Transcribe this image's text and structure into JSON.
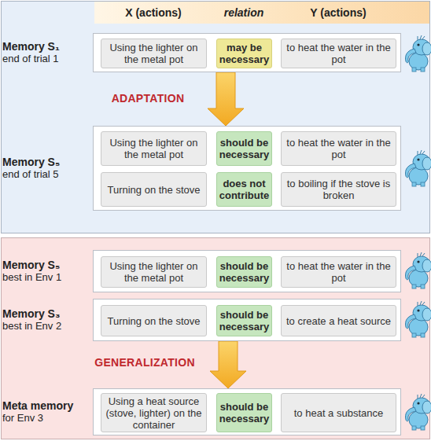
{
  "diagram": {
    "nodes": [
      {
        "text": [
          "X (actions)",
          "relation",
          "Y (actions)"
        ]
      },
      {
        "text": [
          "Memory S₁",
          "end of trial 1"
        ]
      },
      {
        "text": [
          "Using the lighter on the metal pot"
        ],
        "in": 1
      },
      {
        "text": [
          "may be necessary"
        ],
        "in": 1
      },
      {
        "text": [
          "to heat the water in the pot"
        ],
        "in": 1
      },
      {
        "text": [
          "Memory S₅",
          "end of trial 5"
        ]
      },
      {
        "text": [
          "Using the lighter on the metal pot"
        ],
        "in": 5
      },
      {
        "text": [
          "should be necessary"
        ],
        "in": 5
      },
      {
        "text": [
          "to heat the water in the pot"
        ],
        "in": 5
      },
      {
        "text": [
          "Turning on the stove"
        ],
        "in": 5
      },
      {
        "text": [
          "does not contribute"
        ],
        "in": 5
      },
      {
        "text": [
          "to boiling if the stove is broken"
        ],
        "in": 5
      },
      {
        "text": [
          "Memory S₅",
          "best in Env 1"
        ]
      },
      {
        "text": [
          "Using the lighter on the metal pot"
        ],
        "in": 12
      },
      {
        "text": [
          "should be necessary"
        ],
        "in": 12
      },
      {
        "text": [
          "to heat the water in the pot"
        ],
        "in": 12
      },
      {
        "text": [
          "Memory S₃",
          "best in Env 2"
        ]
      },
      {
        "text": [
          "Turning on the stove"
        ],
        "in": 16
      },
      {
        "text": [
          "should be necessary"
        ],
        "in": 16
      },
      {
        "text": [
          "to create a heat source"
        ],
        "in": 16
      },
      {
        "text": [
          "Meta memory",
          "for Env 3"
        ]
      },
      {
        "text": [
          "Using a heat source (stove, lighter) on the container"
        ],
        "in": 20
      },
      {
        "text": [
          "should be necessary"
        ],
        "in": 20
      },
      {
        "text": [
          "to heat a substance"
        ],
        "in": 20
      }
    ],
    "edges": [
      {
        "from": 1,
        "to": 5,
        "arrow": "to",
        "label": "ADAPTATION"
      },
      {
        "from": 16,
        "to": 20,
        "arrow": "to",
        "label": "GENERALIZATION"
      }
    ]
  }
}
